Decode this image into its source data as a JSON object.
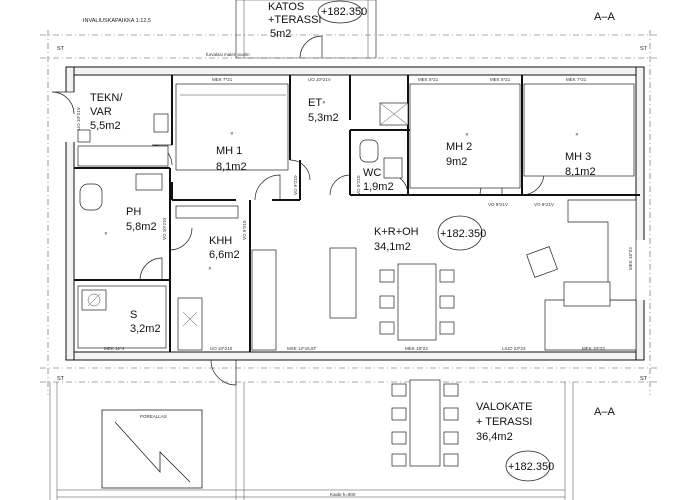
{
  "header": {
    "scale_note": "INVALIUSKAPAIKKA 1:12,5",
    "section_mark_top": "A–A",
    "section_mark_bottom": "A–A"
  },
  "rooms": {
    "katos": {
      "name": "KATOS",
      "name2": "+TERASSI",
      "area": "5m2"
    },
    "tekn": {
      "name": "TEKN/",
      "name2": "VAR",
      "area": "5,5m2"
    },
    "et": {
      "name": "ET",
      "area": "5,3m2"
    },
    "mh1": {
      "name": "MH 1",
      "area": "8,1m2"
    },
    "mh2": {
      "name": "MH 2",
      "area": "9m2"
    },
    "mh3": {
      "name": "MH 3",
      "area": "8,1m2"
    },
    "wc": {
      "name": "WC",
      "area": "1,9m2"
    },
    "ph": {
      "name": "PH",
      "area": "5,8m2"
    },
    "khh": {
      "name": "KHH",
      "area": "6,6m2"
    },
    "kroh": {
      "name": "K+R+OH",
      "area": "34,1m2"
    },
    "sauna": {
      "name": "S",
      "area": "3,2m2"
    },
    "valokate": {
      "name": "VALOKATE",
      "name2": "+ TERASSI",
      "area": "36,4m2"
    }
  },
  "levels": {
    "top": "+182.350",
    "center": "+182.350",
    "bottom": "+182.350"
  },
  "window_labels": {
    "mek_7_21_a": "MEK 7*21",
    "uo_10_21v": "UO 10*21V",
    "mek_5_21": "MEK 5*21",
    "mek_5_21_b": "MEK 5*21",
    "mek_7_21_b": "MEK 7*21",
    "mek_12_4": "MEK 12*4",
    "uo_10_210": "UO 10*210",
    "mse_12_15": "MSE 12*15,5T",
    "mek_18_23": "MEK 18*23",
    "liuo_23_23": "LIUO 23*23",
    "mek_10_23": "MEK 10*23",
    "vo_9_21v_a": "VO 9*21V",
    "vo_9_21v_b": "VO 9*21V",
    "vo_9_210_a": "VO 9*210",
    "vo_9_210_b": "VO 9*210",
    "vo_9_210_c": "VO 9*210",
    "vo_10_210": "VO 10*210",
    "uo_10_21v_side": "UO 10*21V",
    "mek_16_23": "MEK 16*23"
  },
  "annotations": {
    "st_tl": "ST",
    "st_tr": "ST",
    "st_bl": "ST",
    "st_br": "ST",
    "kaide": "Kaide h=900",
    "porealtas": "POREALLAS",
    "ylaslaatta": "furvalasi maleri puolin"
  }
}
